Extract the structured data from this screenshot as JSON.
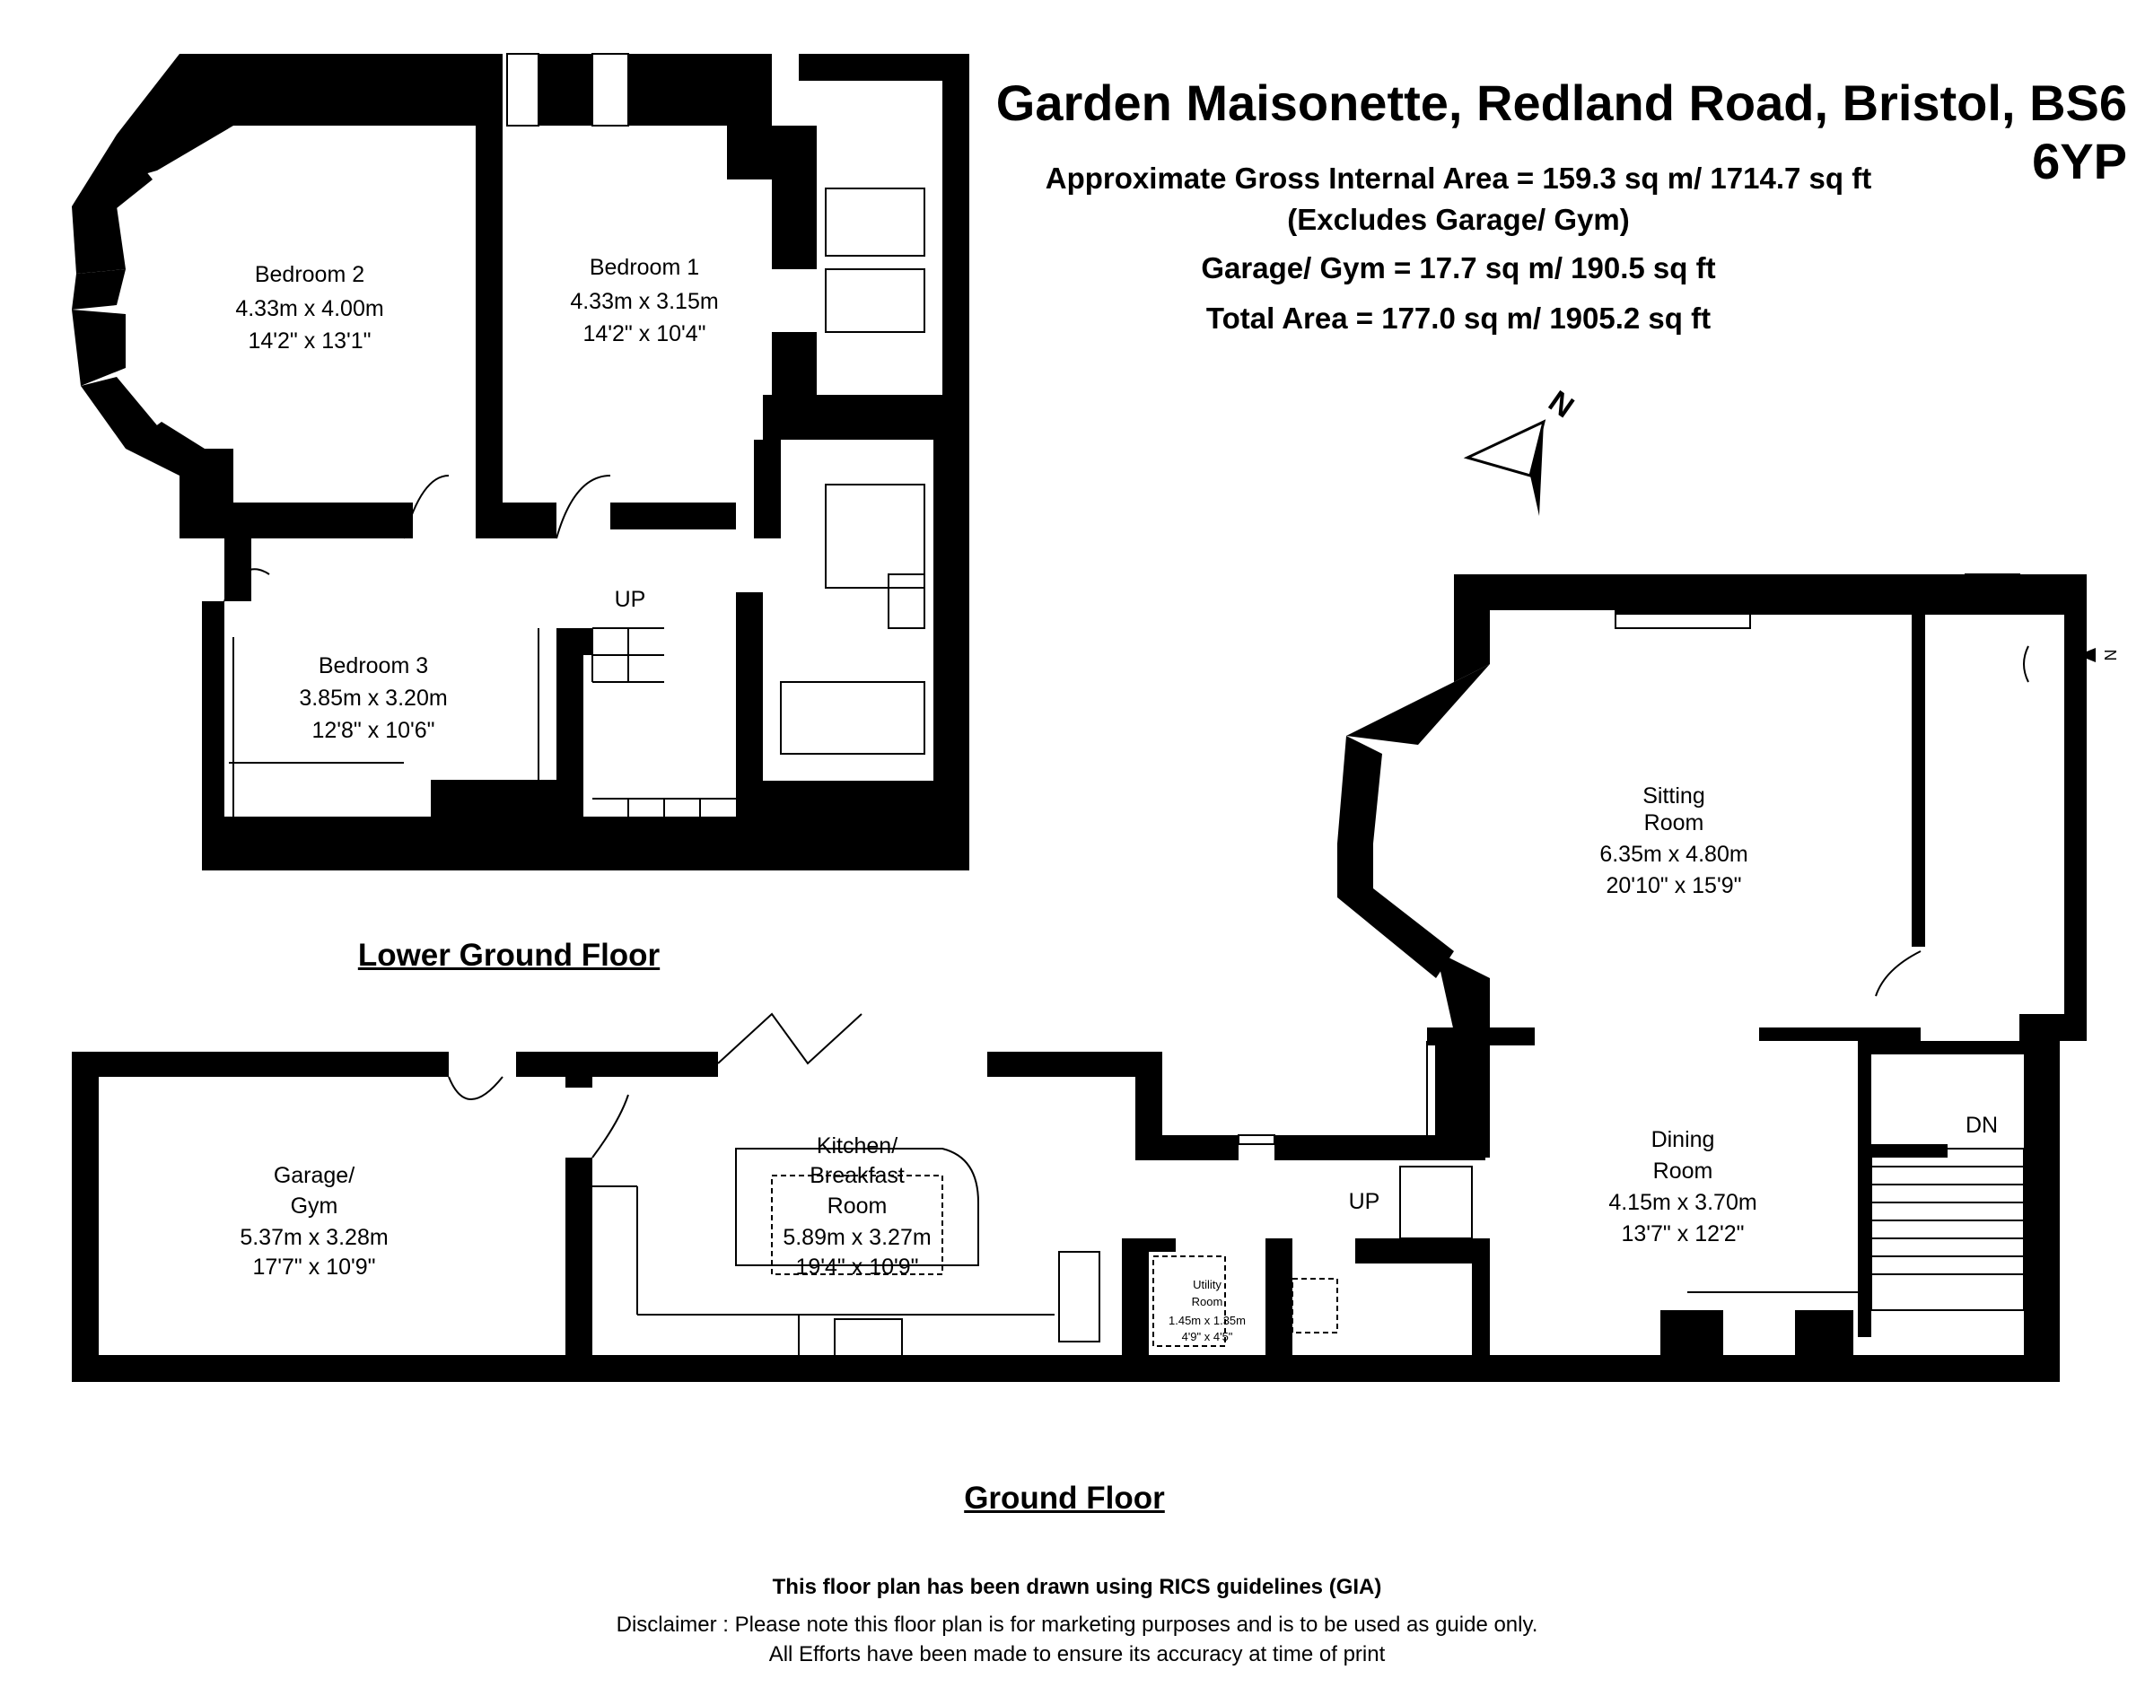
{
  "header": {
    "title": "Garden Maisonette, Redland Road, Bristol, BS6 6YP",
    "gross_area": "Approximate Gross Internal Area = 159.3 sq m/ 1714.7 sq ft",
    "excludes": "(Excludes Garage/ Gym)",
    "garage_area": "Garage/ Gym = 17.7 sq m/ 190.5 sq ft",
    "total_area": "Total Area = 177.0 sq m/ 1905.2 sq ft"
  },
  "floors": {
    "lower_ground": "Lower Ground Floor",
    "ground": "Ground Floor"
  },
  "rooms": {
    "bedroom2": {
      "name": "Bedroom 2",
      "metric": "4.33m x 4.00m",
      "imperial": "14'2\" x 13'1\""
    },
    "bedroom1": {
      "name": "Bedroom 1",
      "metric": "4.33m x 3.15m",
      "imperial": "14'2\" x 10'4\""
    },
    "bedroom3": {
      "name": "Bedroom 3",
      "metric": "3.85m x 3.20m",
      "imperial": "12'8\" x 10'6\""
    },
    "sitting": {
      "name1": "Sitting",
      "name2": "Room",
      "metric": "6.35m x 4.80m",
      "imperial": "20'10\" x 15'9\""
    },
    "dining": {
      "name1": "Dining",
      "name2": "Room",
      "metric": "4.15m x 3.70m",
      "imperial": "13'7\" x 12'2\""
    },
    "kitchen": {
      "name1": "Kitchen/",
      "name2": "Breakfast",
      "name3": "Room",
      "metric": "5.89m x 3.27m",
      "imperial": "19'4\" x 10'9\""
    },
    "garage": {
      "name1": "Garage/",
      "name2": "Gym",
      "metric": "5.37m x 3.28m",
      "imperial": "17'7\" x 10'9\""
    },
    "utility": {
      "name1": "Utility",
      "name2": "Room",
      "metric": "1.45m x 1.35m",
      "imperial": "4'9\" x 4'5\""
    }
  },
  "labels": {
    "up_lower": "UP",
    "up_ground": "UP",
    "down": "DN",
    "north": "N",
    "north_small": "N"
  },
  "footer": {
    "rics": "This floor plan has been drawn using RICS guidelines (GIA)",
    "disclaimer1": "Disclaimer : Please note this floor plan is for marketing purposes and is to be used as guide only.",
    "disclaimer2": "All Efforts have been made to ensure its accuracy at time of print"
  }
}
